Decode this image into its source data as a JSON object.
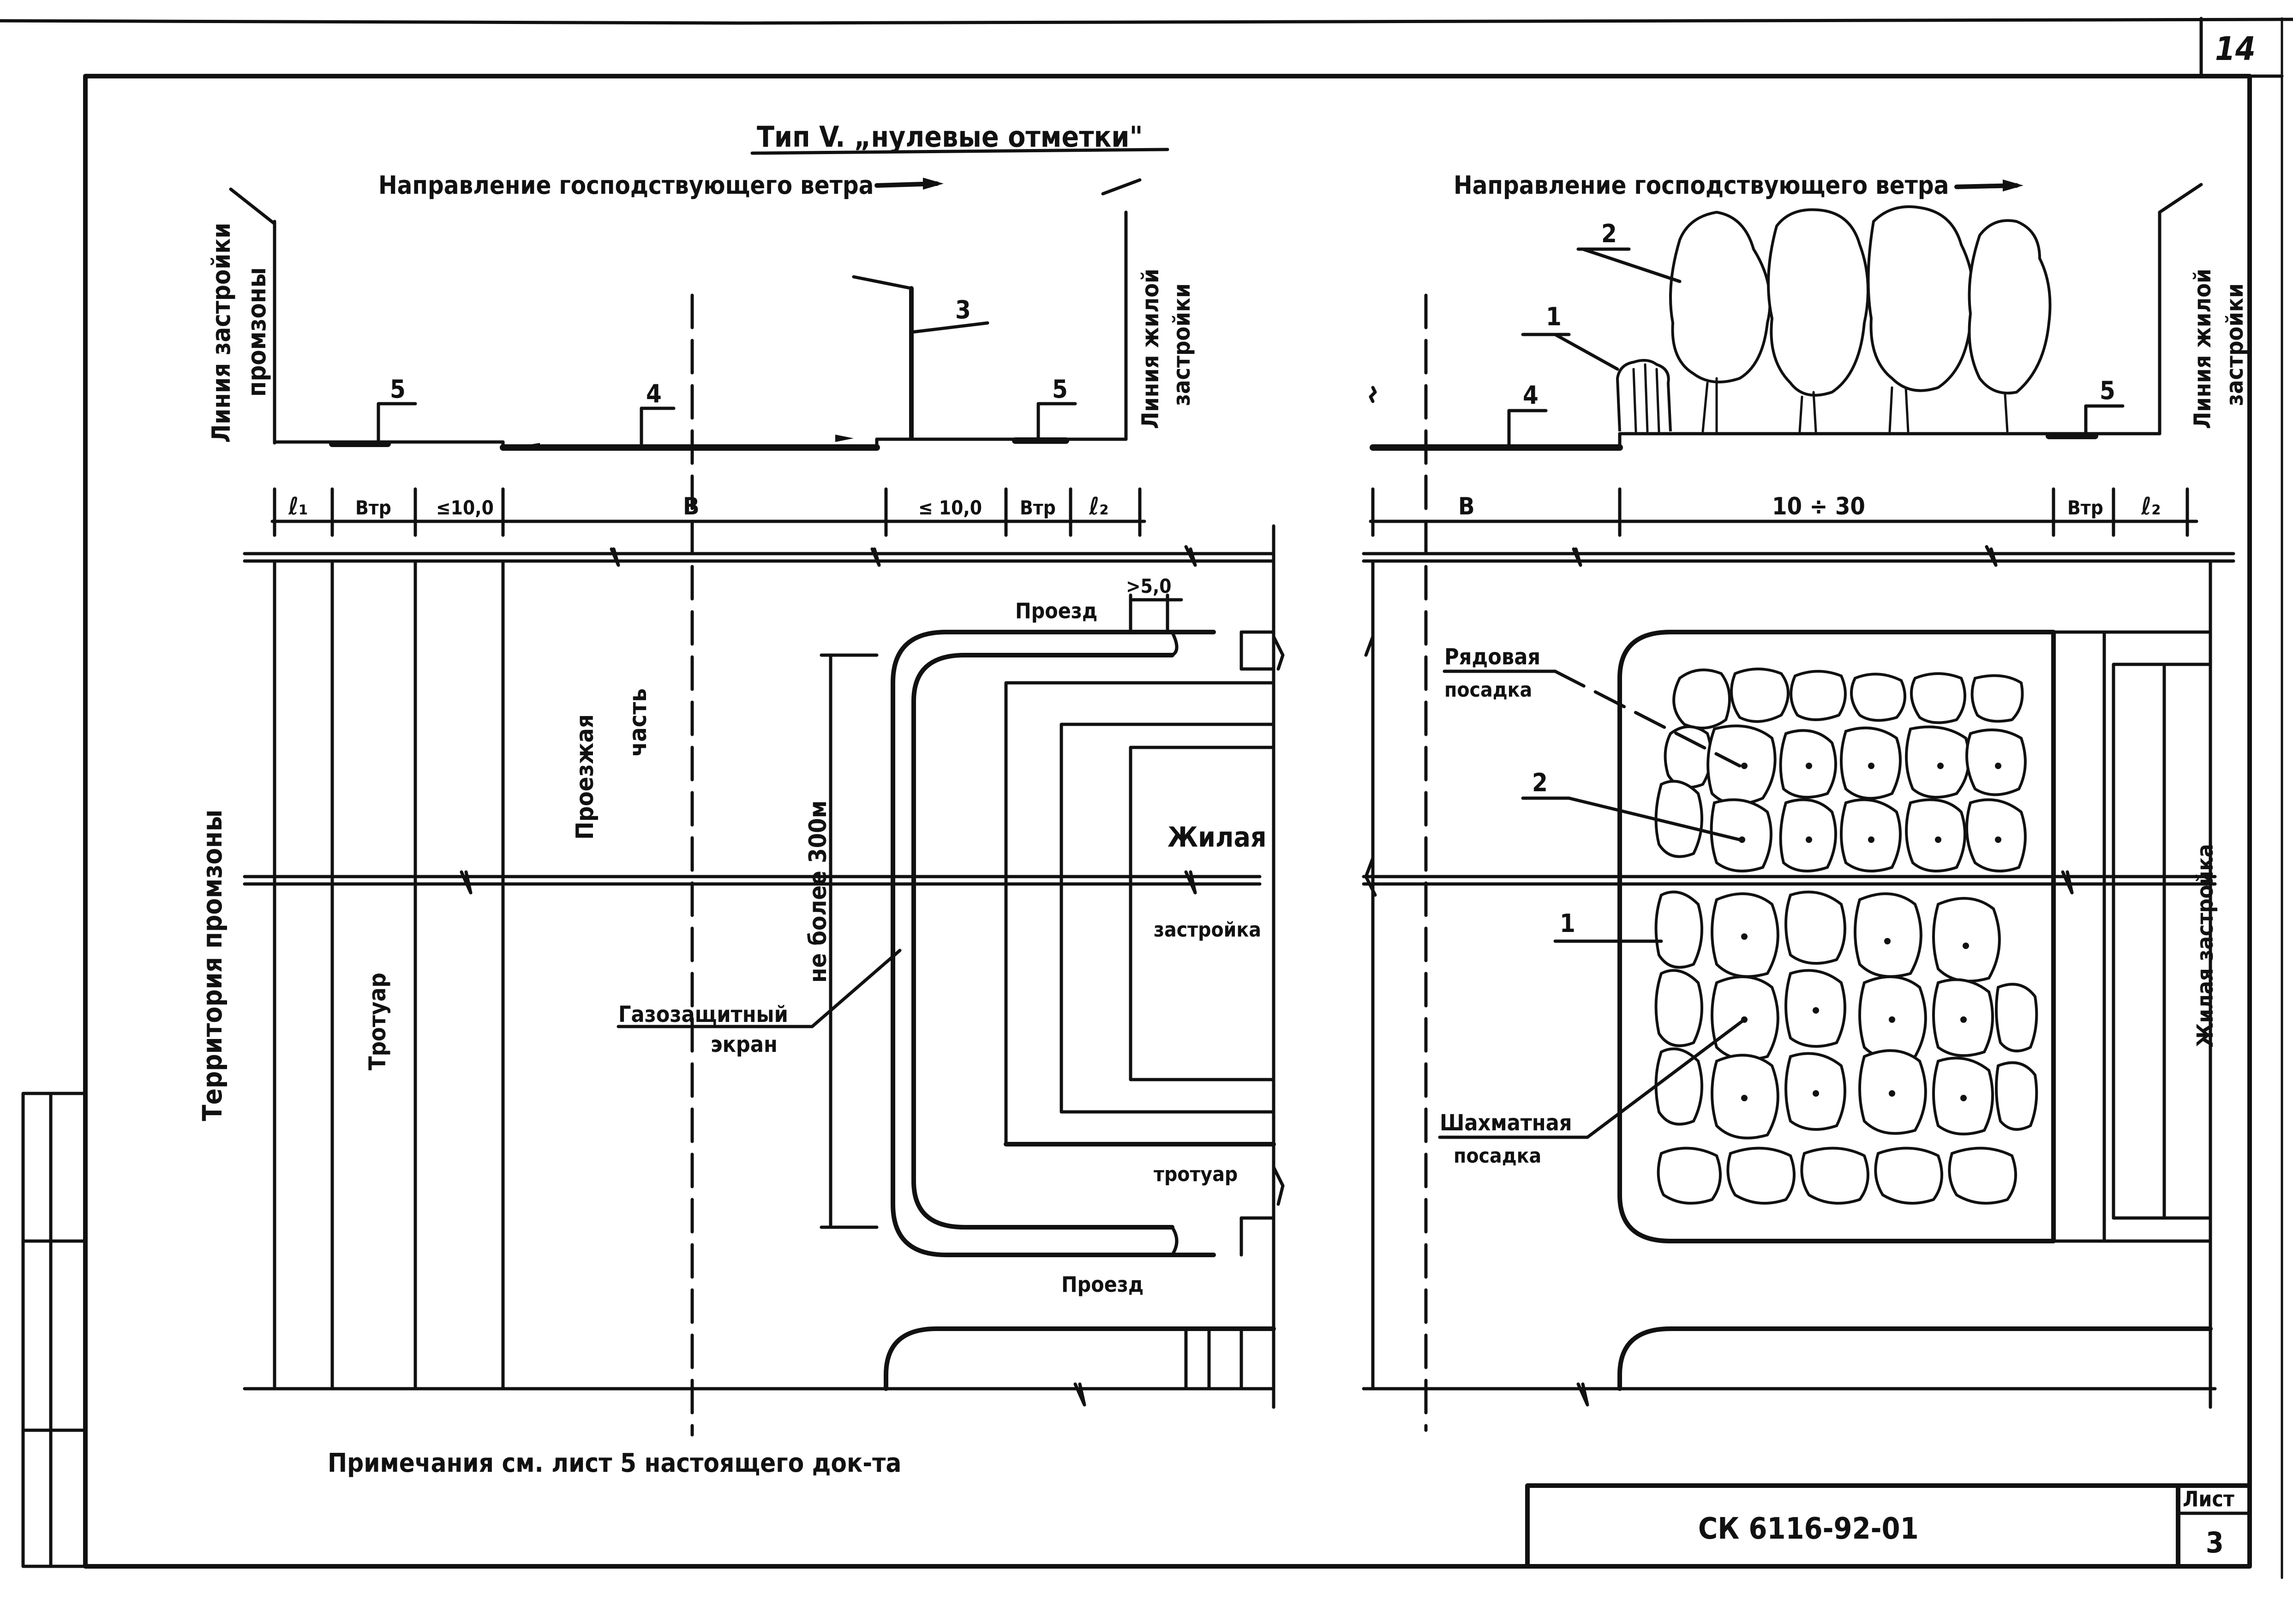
{
  "sheet": {
    "page_number_top": "14",
    "title": "Тип V. „нулевые отметки\"",
    "notes": "Примечания см. лист 5 настоящего док-та",
    "stamp_code": "СК 6116-92-01",
    "stamp_sheet_label": "Лист",
    "stamp_sheet_number": "3"
  },
  "left": {
    "wind_direction": "Направление господствующего ветра",
    "line_industrial_1": "Линия застройки",
    "line_industrial_2": "промзоны",
    "line_residential_1": "Линия жилой",
    "line_residential_2": "застройки",
    "callout_3": "3",
    "callout_4": "4",
    "callout_5a": "5",
    "callout_5b": "5",
    "dim_l1": "ℓ₁",
    "dim_vtr1": "Втр",
    "dim_le10a": "≤10,0",
    "dim_b": "В",
    "dim_le10b": "≤ 10,0",
    "dim_vtr2": "Втр",
    "dim_l2": "ℓ₂",
    "territory": "Территория промзоны",
    "sidewalk": "Тротуар",
    "carriageway_1": "Проезжая",
    "carriageway_2": "часть",
    "not_more_300": "не более 300м",
    "driveway_top": "Проезд",
    "dim_gt5": ">5,0",
    "residential_1": "Жилая",
    "residential_2": "застройка",
    "gas_screen_1": "Газозащитный",
    "gas_screen_2": "экран",
    "sidewalk_2": "тротуар",
    "driveway_bottom": "Проезд"
  },
  "right": {
    "wind_direction": "Направление господствующего ветра",
    "line_residential_1": "Линия жилой",
    "line_residential_2": "застройки",
    "callout_1": "1",
    "callout_2": "2",
    "callout_4": "4",
    "callout_5": "5",
    "dim_b": "В",
    "dim_10_30": "10 ÷ 30",
    "dim_vtr": "Втр",
    "dim_l2": "ℓ₂",
    "row_planting_1": "Рядовая",
    "row_planting_2": "посадка",
    "callout_2_plan": "2",
    "callout_1_plan": "1",
    "checker_planting_1": "Шахматная",
    "checker_planting_2": "посадка",
    "residential_side": "Жилая застройка"
  }
}
